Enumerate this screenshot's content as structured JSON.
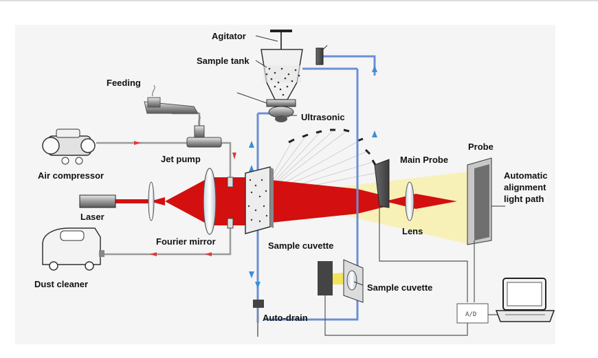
{
  "labels": {
    "agitator": "Agitator",
    "sample_tank": "Sample tank",
    "feeding": "Feeding",
    "ultrasonic": "Ultrasonic",
    "jet_pump": "Jet pump",
    "air_compressor": "Air compressor",
    "laser": "Laser",
    "fourier_mirror": "Fourier mirror",
    "dust_cleaner": "Dust cleaner",
    "sample_cuvette_main": "Sample cuvette",
    "sample_cuvette_small": "Sample cuvette",
    "auto_drain": "Auto-drain",
    "main_probe": "Main Probe",
    "lens": "Lens",
    "probe": "Probe",
    "auto_align_1": "Automatic",
    "auto_align_2": "alignment",
    "auto_align_3": "light path",
    "ad_box": "A/D"
  },
  "colors": {
    "laser_beam": "#d40f0f",
    "scatter_light": "#f7f0b4",
    "water_pipe": "#6b8fd6",
    "air_arrow": "#e03a3a",
    "flow_arrow": "#3a8fd8"
  }
}
